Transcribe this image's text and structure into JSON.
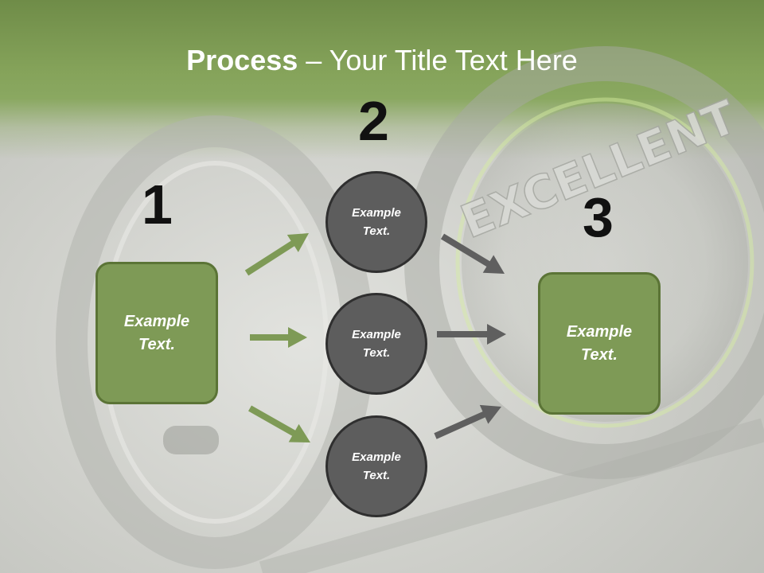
{
  "title": {
    "bold": "Process",
    "rest": " – Your Title Text Here"
  },
  "steps": [
    "1",
    "2",
    "3"
  ],
  "left_box": {
    "text": "Example Text."
  },
  "circles": [
    {
      "text": "Example Text."
    },
    {
      "text": "Example Text."
    },
    {
      "text": "Example Text."
    }
  ],
  "right_box": {
    "text": "Example Text."
  },
  "background": {
    "watermark": "EXCELLENT"
  },
  "colors": {
    "header": "#85a35a",
    "green_box": "#7e9a56",
    "green_border": "#5b7436",
    "circle_fill": "#5d5d5d",
    "green_arrow": "#7e9a56",
    "gray_arrow": "#5f5f5f"
  }
}
